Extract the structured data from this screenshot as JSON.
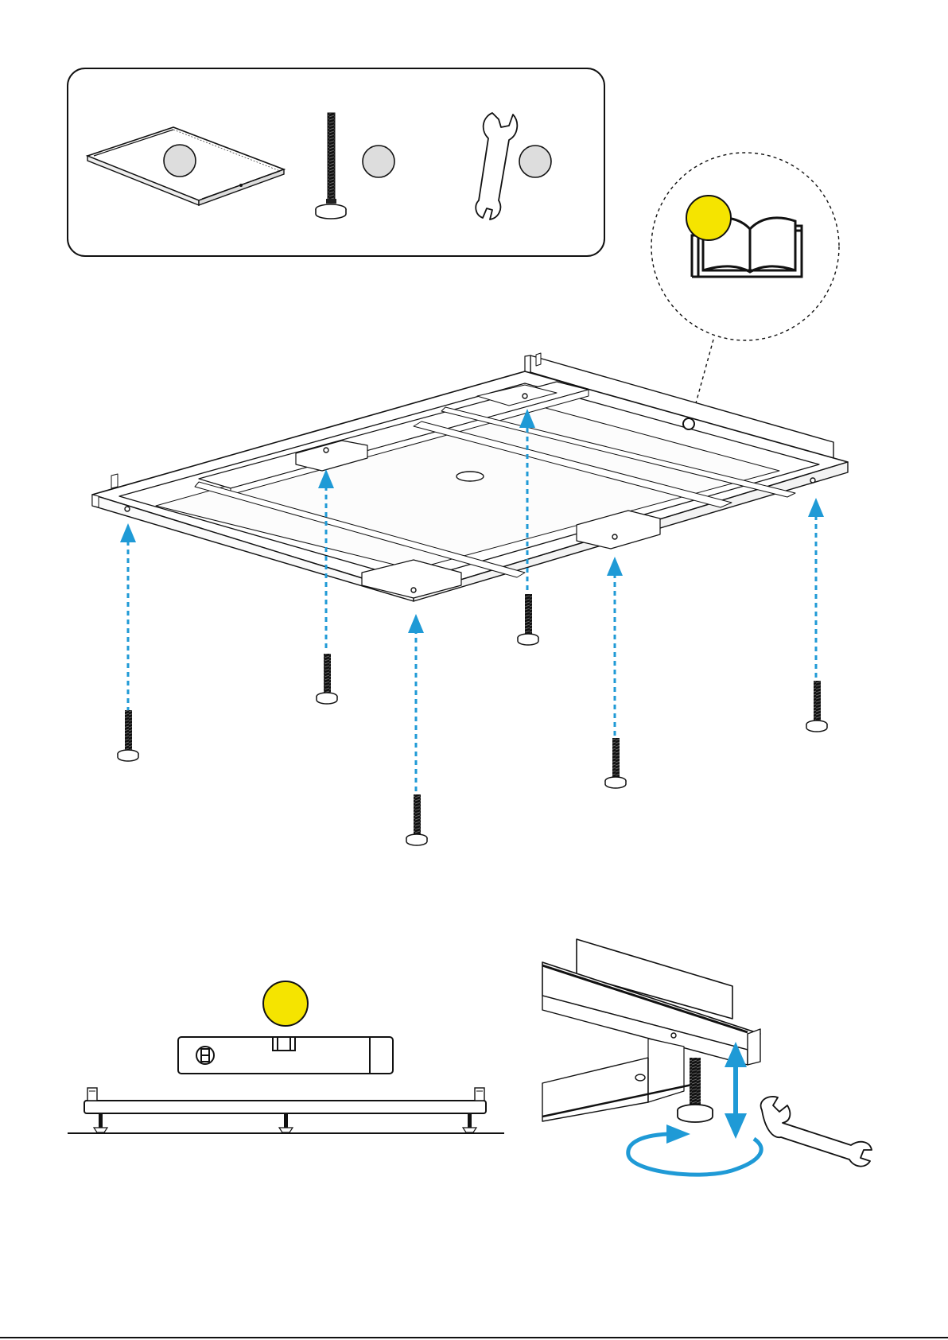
{
  "parts_panel": {
    "parts": [
      {
        "name": "shower-tray-base",
        "badge": ""
      },
      {
        "name": "adjustable-foot-bolt",
        "badge": ""
      },
      {
        "name": "spanner-wrench",
        "badge": ""
      }
    ]
  },
  "manual_callout": {
    "icon": "open-manual-book-icon",
    "badge_color": "#f5e400"
  },
  "main_assembly": {
    "arrow_color": "#1f9ad6",
    "foot_count": 6
  },
  "leveling_step": {
    "badge_color": "#f5e400",
    "tool": "spirit-level"
  },
  "adjust_step": {
    "arrow_color": "#1f9ad6",
    "tool": "spanner-wrench"
  },
  "colors": {
    "line": "#111111",
    "badge_grey": "#dddddd",
    "badge_yellow": "#f5e400",
    "arrow_blue": "#1f9ad6"
  }
}
